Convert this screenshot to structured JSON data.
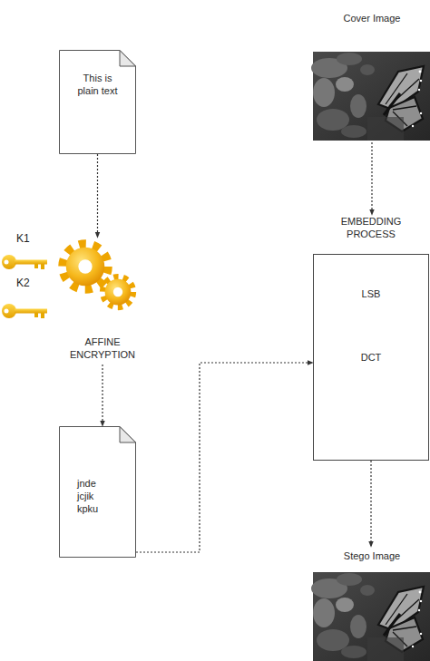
{
  "diagram": {
    "nodes": [
      {
        "text": [
          "This is plain text"
        ]
      },
      {
        "text": [
          "AFFINE ENCRYPTION"
        ]
      },
      {
        "text": [
          "jnde jcjik kpku"
        ]
      },
      {
        "text": [
          "Cover Image"
        ]
      },
      {
        "text": [
          "EMBEDDING PROCESS"
        ]
      },
      {
        "text": [
          "LSB"
        ],
        "in": 4
      },
      {
        "text": [
          "DCT"
        ],
        "in": 4
      },
      {
        "text": [
          "Stego Image"
        ]
      }
    ],
    "edges": [
      {
        "from": 0,
        "to": 1,
        "arrow": "to"
      },
      {
        "from": 1,
        "to": 2,
        "arrow": "to"
      },
      {
        "from": 2,
        "to": 4,
        "arrow": "to"
      },
      {
        "from": 3,
        "to": 4,
        "arrow": "to"
      },
      {
        "from": 4,
        "to": 7,
        "arrow": "to"
      }
    ],
    "labels": [
      "K1",
      "K2"
    ]
  }
}
